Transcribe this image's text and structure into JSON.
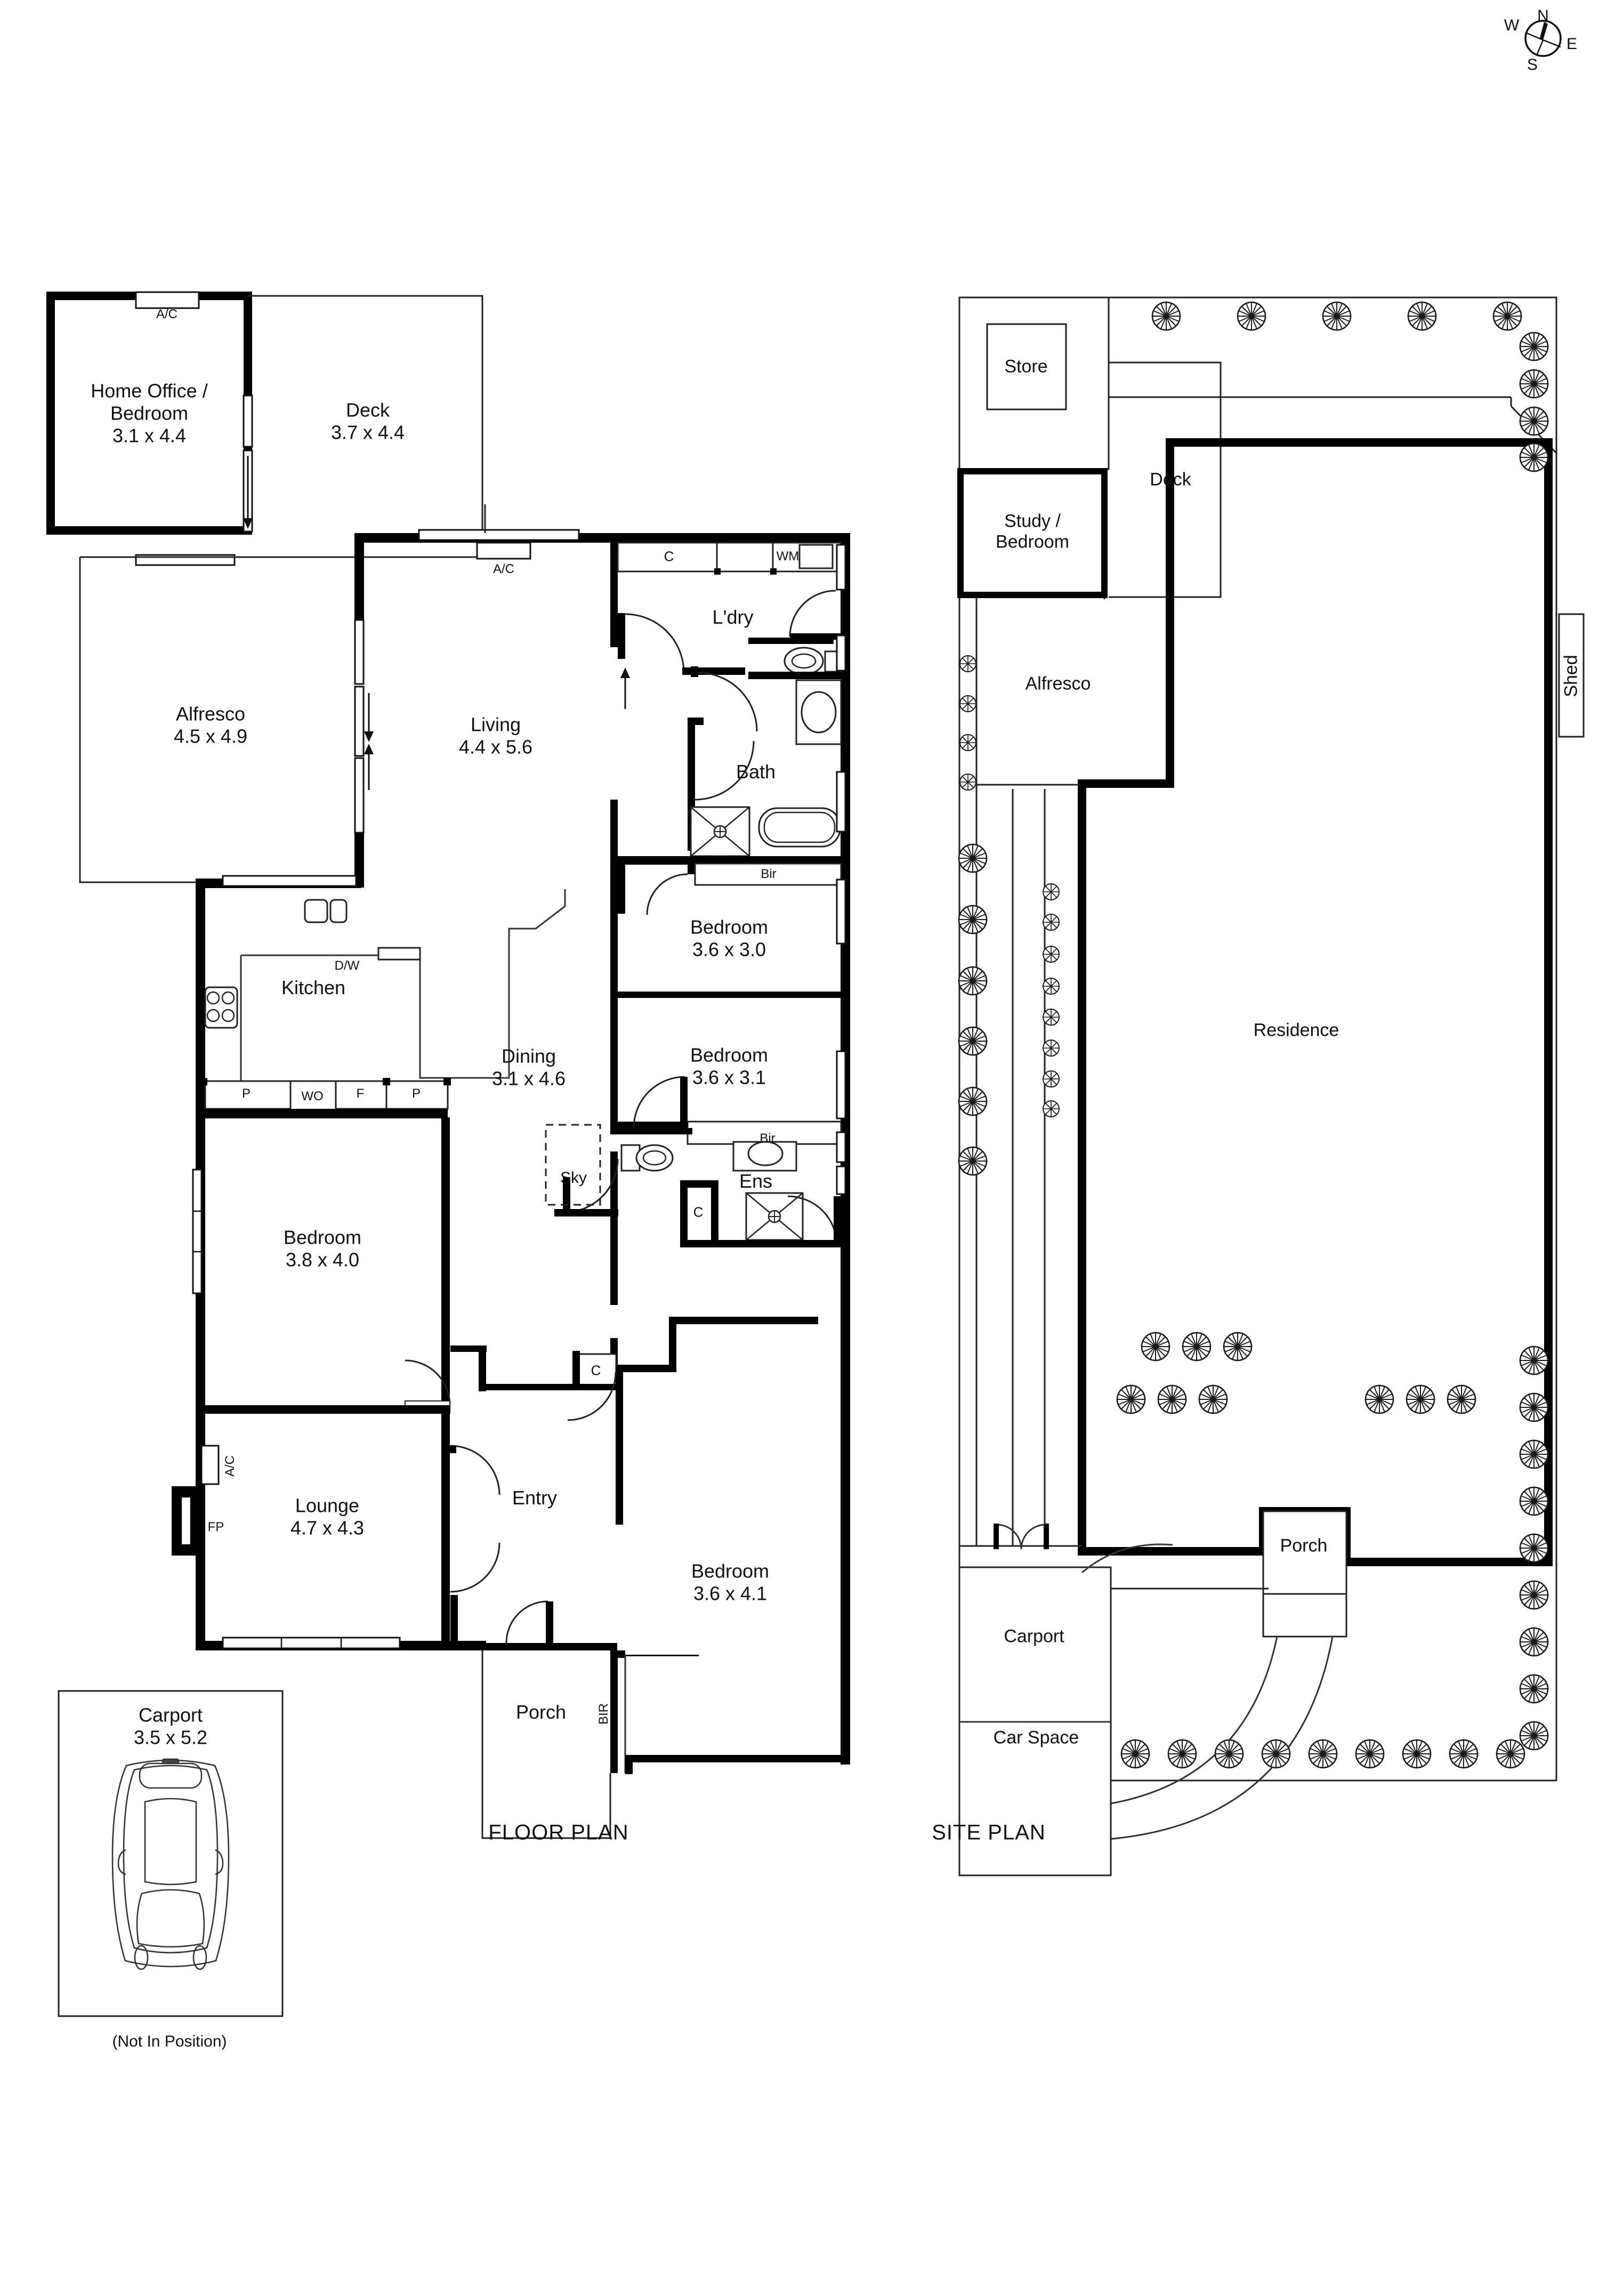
{
  "document": {
    "type": "real-estate-floor-plan",
    "panels": [
      "FLOOR PLAN",
      "SITE PLAN"
    ]
  },
  "compass": {
    "name": "compass-rose",
    "north": "N",
    "east": "E",
    "south": "S",
    "west": "W"
  },
  "floor_plan": {
    "title": "FLOOR PLAN",
    "rooms": [
      {
        "id": "home-office-bedroom",
        "name": "Home Office /",
        "name2": "Bedroom",
        "dim": "3.1 x 4.4"
      },
      {
        "id": "deck",
        "name": "Deck",
        "dim": "3.7 x 4.4"
      },
      {
        "id": "alfresco",
        "name": "Alfresco",
        "dim": "4.5 x 4.9"
      },
      {
        "id": "living",
        "name": "Living",
        "dim": "4.4 x 5.6"
      },
      {
        "id": "laundry",
        "name": "L'dry",
        "dim": ""
      },
      {
        "id": "bath",
        "name": "Bath",
        "dim": ""
      },
      {
        "id": "kitchen",
        "name": "Kitchen",
        "dim": ""
      },
      {
        "id": "dining",
        "name": "Dining",
        "dim": "3.1 x 4.6"
      },
      {
        "id": "bedroom-2",
        "name": "Bedroom",
        "dim": "3.6 x 3.0"
      },
      {
        "id": "bedroom-3",
        "name": "Bedroom",
        "dim": "3.6 x 3.1"
      },
      {
        "id": "bedroom-4",
        "name": "Bedroom",
        "dim": "3.8 x 4.0"
      },
      {
        "id": "lounge",
        "name": "Lounge",
        "dim": "4.7 x 4.3"
      },
      {
        "id": "entry",
        "name": "Entry",
        "dim": ""
      },
      {
        "id": "ensuite",
        "name": "Ens",
        "dim": ""
      },
      {
        "id": "master-bedroom",
        "name": "Bedroom",
        "dim": "3.6 x 4.1"
      },
      {
        "id": "porch",
        "name": "Porch",
        "dim": ""
      }
    ],
    "fixtures": {
      "ac_office": "A/C",
      "ac_living": "A/C",
      "ac_lounge": "A/C",
      "fireplace": "FP",
      "dishwasher": "D/W",
      "washing_machine": "WM",
      "cupboard_ldry": "C",
      "cupboard_hall": "C",
      "cupboard_ens": "C",
      "pantry_left": "P",
      "wall_oven": "WO",
      "fridge": "F",
      "pantry_right": "P",
      "bir_bath": "Bir",
      "bir_ens": "Bir",
      "bir_entry": "BIR",
      "skylight": "Sky"
    }
  },
  "carport_inset": {
    "name": "Carport",
    "dim": "3.5 x 5.2",
    "note": "(Not In Position)"
  },
  "site_plan": {
    "title": "SITE PLAN",
    "items": [
      {
        "id": "store",
        "label": "Store"
      },
      {
        "id": "study-bedroom",
        "label": "Study /",
        "label2": "Bedroom"
      },
      {
        "id": "deck",
        "label": "Deck"
      },
      {
        "id": "alfresco",
        "label": "Alfresco"
      },
      {
        "id": "residence",
        "label": "Residence"
      },
      {
        "id": "shed",
        "label": "Shed"
      },
      {
        "id": "porch",
        "label": "Porch"
      },
      {
        "id": "carport",
        "label": "Carport"
      },
      {
        "id": "car-space",
        "label": "Car Space"
      }
    ]
  },
  "colors": {
    "ink": "#000000",
    "paper": "#ffffff",
    "thin": "#1a1a1a"
  }
}
